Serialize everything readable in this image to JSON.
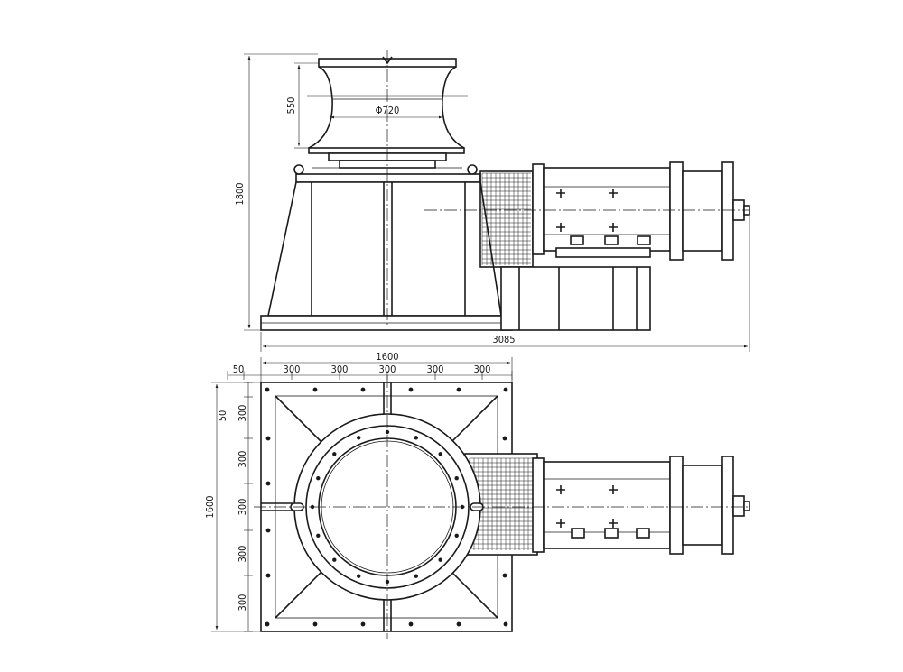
{
  "dimensions": {
    "total_height": "1800",
    "drum_height": "550",
    "drum_diameter": "Φ720",
    "total_length": "3085",
    "base_width": "1600",
    "base_height": "1600",
    "edge_offset_top": "50",
    "edge_offset_side": "50",
    "top_spacings": [
      "300",
      "300",
      "300",
      "300",
      "300"
    ],
    "side_spacings": [
      "300",
      "300",
      "300",
      "300",
      "300"
    ]
  }
}
